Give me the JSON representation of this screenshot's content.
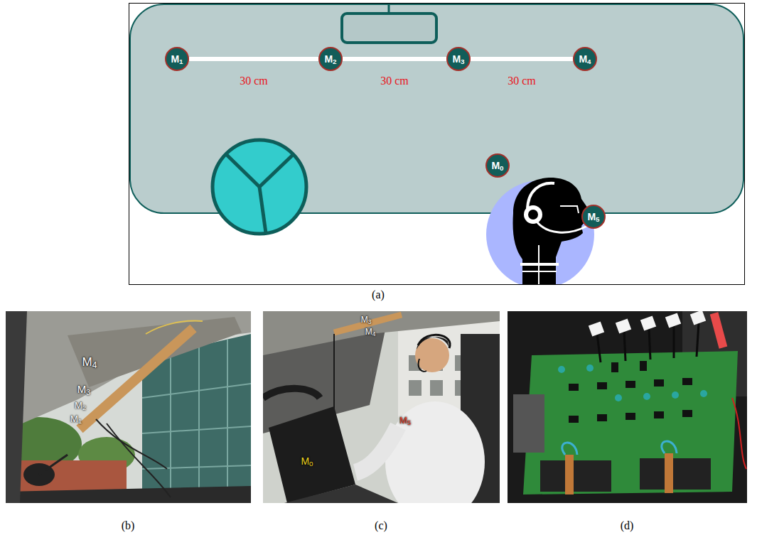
{
  "diagram": {
    "nodes": [
      {
        "text": [
          "M1"
        ]
      },
      {
        "text": [
          "M2"
        ]
      },
      {
        "text": [
          "M3"
        ]
      },
      {
        "text": [
          "M4"
        ]
      },
      {
        "text": [
          "M0"
        ]
      },
      {
        "text": [
          "M5"
        ]
      }
    ],
    "edges": [
      {
        "from": 0,
        "to": 1,
        "arrow": "none",
        "label": "30 cm"
      },
      {
        "from": 1,
        "to": 2,
        "arrow": "none",
        "label": "30 cm"
      },
      {
        "from": 2,
        "to": 3,
        "arrow": "none",
        "label": "30 cm"
      }
    ],
    "labels": [
      "(a)",
      "M4",
      "M3",
      "M2",
      "M1",
      "(b)",
      "M3",
      "M4",
      "M5",
      "M0",
      "(c)",
      "(d)"
    ]
  }
}
